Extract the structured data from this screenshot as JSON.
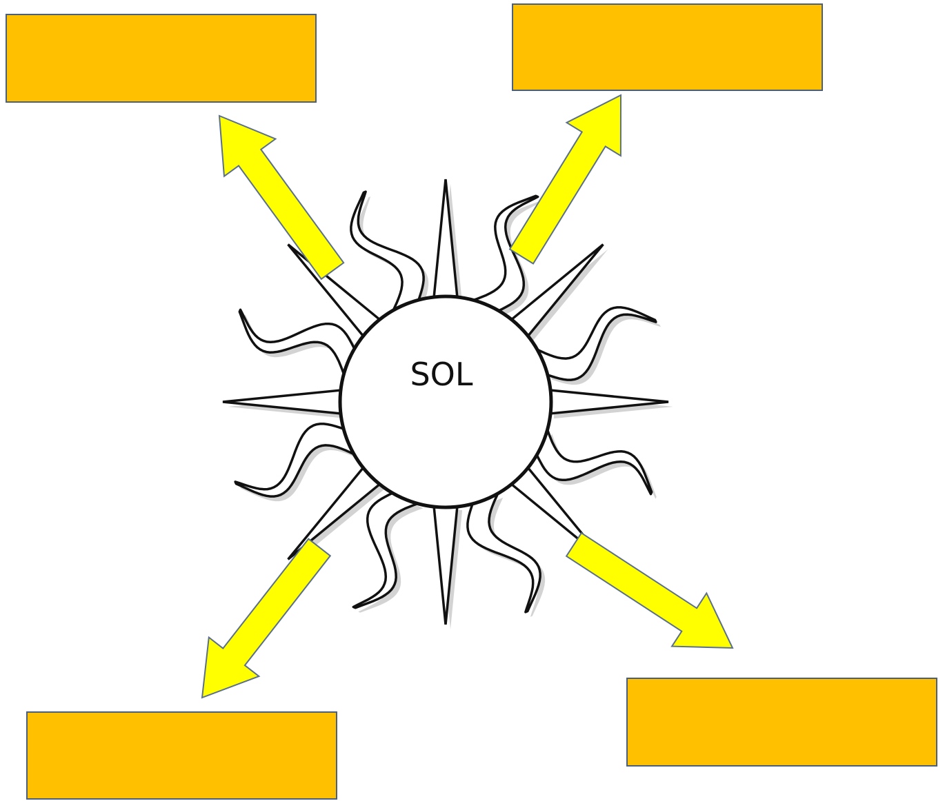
{
  "sun": {
    "label": "SOL"
  },
  "colors": {
    "box_fill": "#ffc000",
    "box_border": "#4a5e7d",
    "arrow_fill": "#ffff00",
    "arrow_stroke": "#5a6f8c",
    "sun_outline": "#111111",
    "shadow": "#b5b5b5"
  },
  "boxes": [
    {
      "position": "top-left",
      "text": ""
    },
    {
      "position": "top-right",
      "text": ""
    },
    {
      "position": "bottom-left",
      "text": ""
    },
    {
      "position": "bottom-right",
      "text": ""
    }
  ],
  "arrows": [
    {
      "direction": "up-left"
    },
    {
      "direction": "up-right"
    },
    {
      "direction": "down-left"
    },
    {
      "direction": "down-right"
    }
  ]
}
